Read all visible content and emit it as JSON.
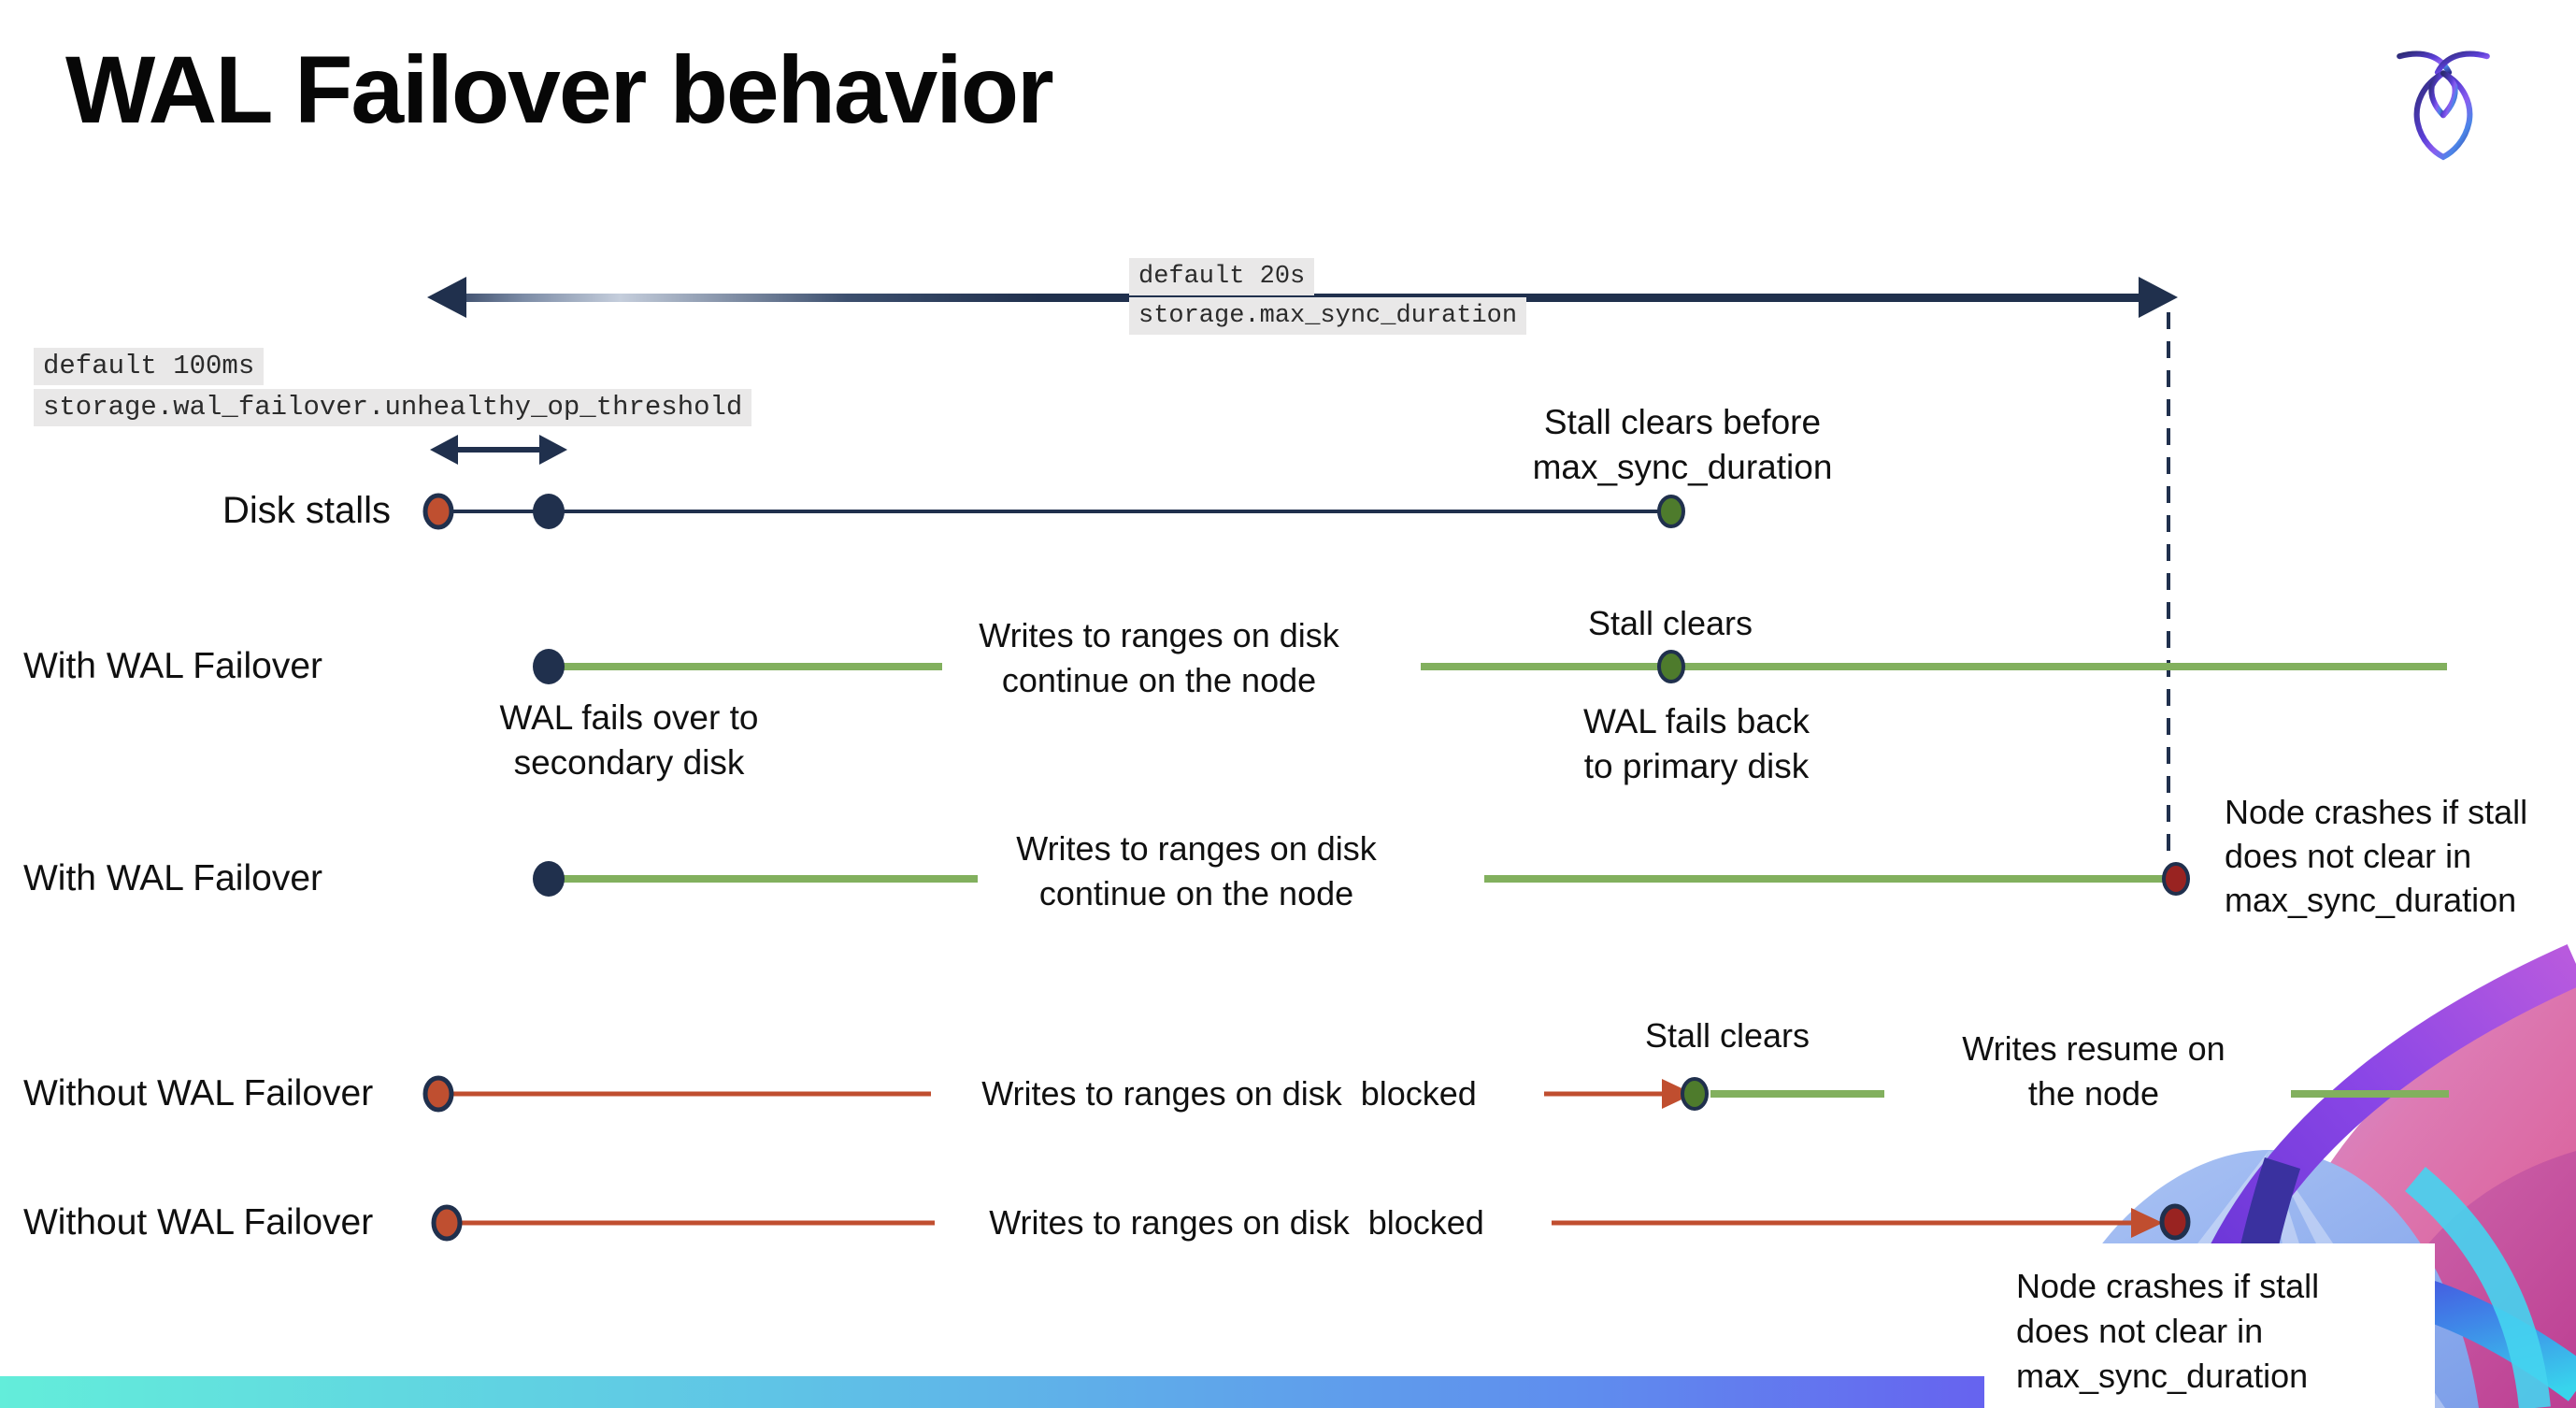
{
  "page": {
    "title": "WAL Failover behavior"
  },
  "logo": {
    "name": "cockroachdb-logo"
  },
  "settings": {
    "max_sync_duration": {
      "default_label": "default 20s",
      "setting_name": "storage.max_sync_duration"
    },
    "unhealthy_op_threshold": {
      "default_label": "default 100ms",
      "setting_name": "storage.wal_failover.unhealthy_op_threshold"
    }
  },
  "rows": [
    {
      "id": "disk-stalls",
      "label": "Disk stalls",
      "notes": {
        "stall_clears_before": "Stall clears before\nmax_sync_duration"
      }
    },
    {
      "id": "with-wal-failover-1",
      "label": "With WAL Failover",
      "notes": {
        "failover": "WAL fails over to\nsecondary disk",
        "writes": "Writes to ranges on disk\ncontinue on the node",
        "stall_clears": "Stall clears",
        "failback": "WAL fails  back\nto primary disk"
      }
    },
    {
      "id": "with-wal-failover-2",
      "label": "With WAL Failover",
      "notes": {
        "writes": "Writes to ranges on disk\ncontinue on the node",
        "crash": "Node crashes if stall\ndoes not clear in\nmax_sync_duration"
      }
    },
    {
      "id": "without-wal-failover-1",
      "label": "Without WAL Failover",
      "notes": {
        "blocked": "Writes to ranges on disk  blocked",
        "stall_clears": "Stall clears",
        "resume": "Writes resume on\nthe node"
      }
    },
    {
      "id": "without-wal-failover-2",
      "label": "Without WAL Failover",
      "notes": {
        "blocked": "Writes to ranges on disk  blocked",
        "crash": "Node crashes if stall\ndoes not clear in\nmax_sync_duration"
      }
    }
  ],
  "colors": {
    "navy": "#20304D",
    "green_line": "#82B05E",
    "green_dot": "#4E7B2C",
    "red_orange": "#BF4F30",
    "crash_red": "#992321",
    "code_bg": "#E9E8E8",
    "bar_gradient_start": "#63EDDA",
    "bar_gradient_end": "#6B3BF2"
  }
}
